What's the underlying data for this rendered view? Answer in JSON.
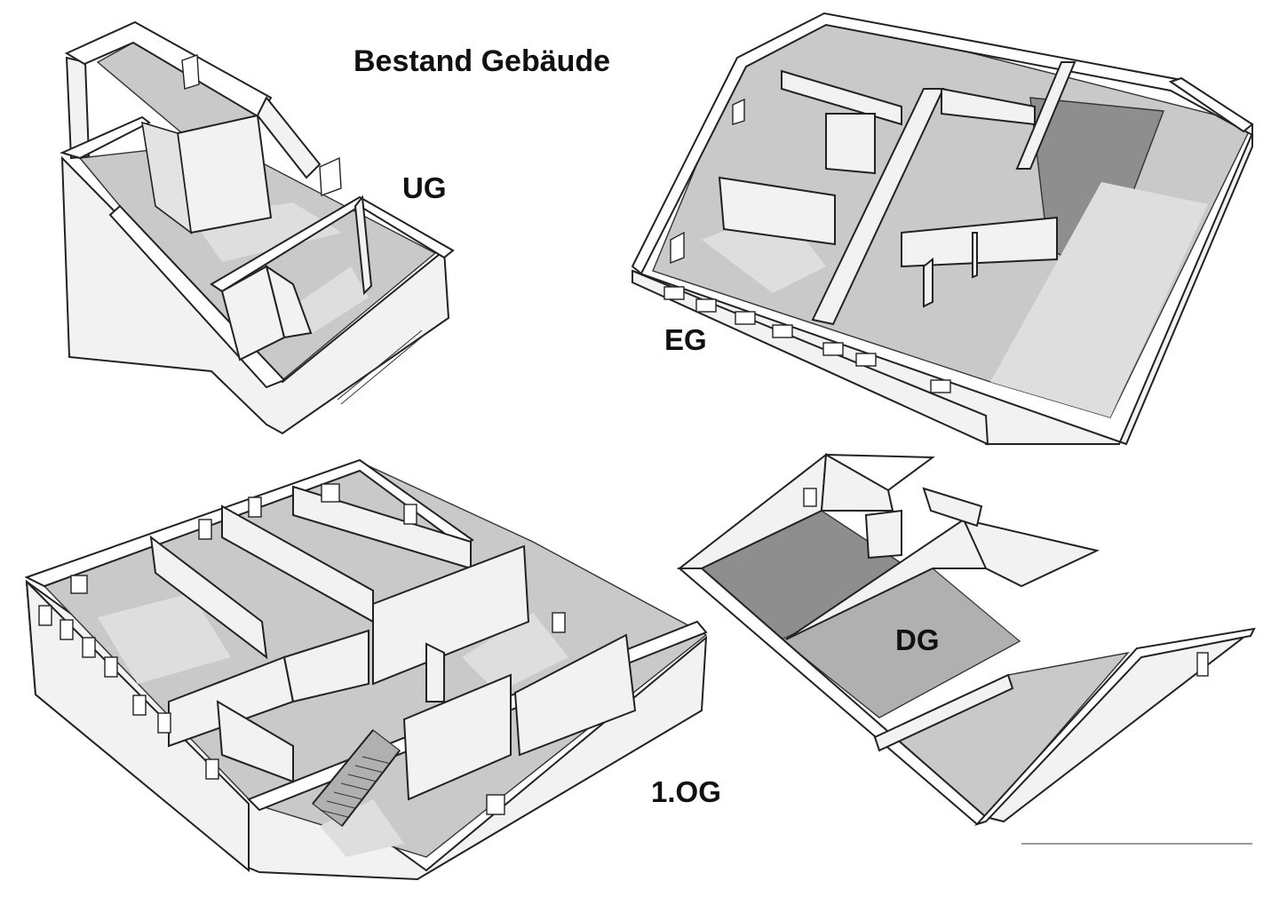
{
  "title": "Bestand Gebäude",
  "floors": {
    "ug": "UG",
    "eg": "EG",
    "og": "1.OG",
    "dg": "DG"
  }
}
